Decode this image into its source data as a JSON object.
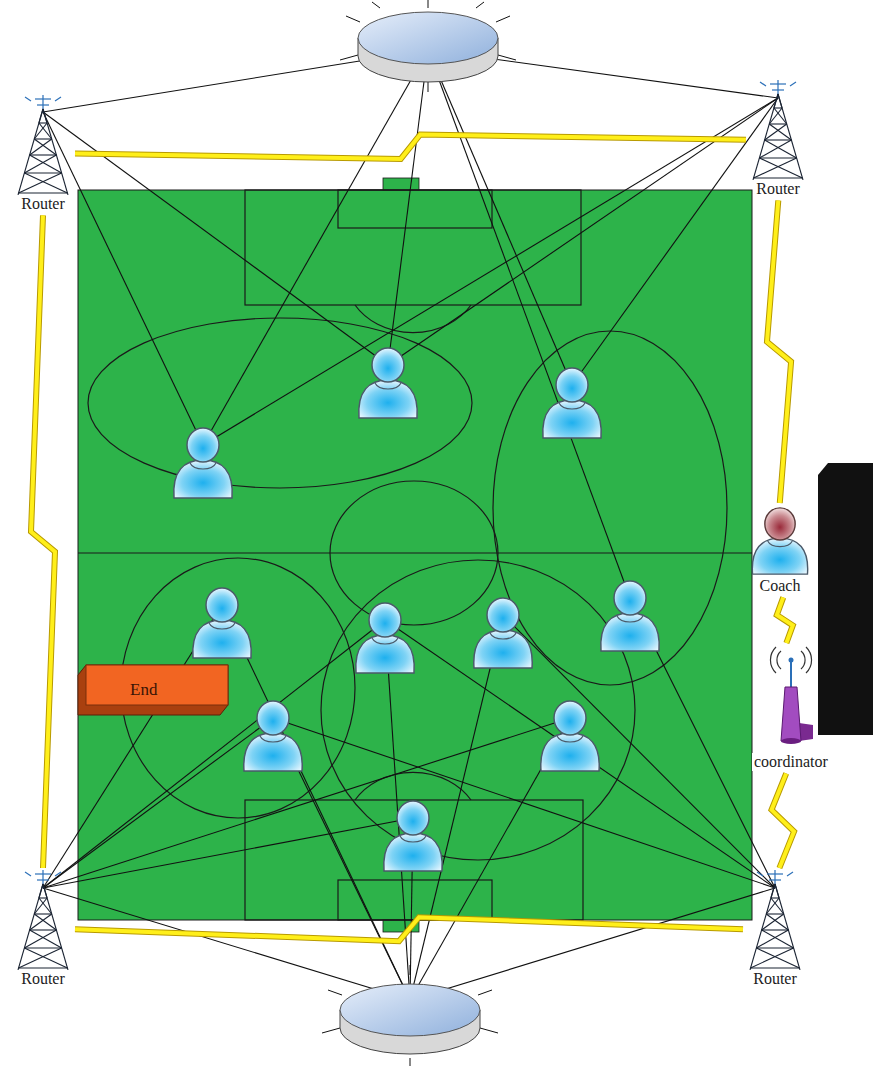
{
  "diagram": {
    "nodes": [
      {
        "text": [
          "Router"
        ]
      },
      {
        "text": [
          "Router"
        ]
      },
      {
        "text": [
          "Coach"
        ]
      },
      {
        "text": [
          "End"
        ]
      },
      {
        "text": [
          "coordinator"
        ]
      },
      {
        "text": [
          "Router"
        ]
      },
      {
        "text": [
          "Router"
        ]
      }
    ],
    "edges": [
      {
        "from": 0,
        "to": 1,
        "arrow": "none"
      },
      {
        "from": 0,
        "to": 5,
        "arrow": "none"
      },
      {
        "from": 5,
        "to": 6,
        "arrow": "none"
      },
      {
        "from": 1,
        "to": 2,
        "arrow": "none"
      },
      {
        "from": 2,
        "to": 4,
        "arrow": "none"
      },
      {
        "from": 4,
        "to": 6,
        "arrow": "none"
      }
    ]
  }
}
